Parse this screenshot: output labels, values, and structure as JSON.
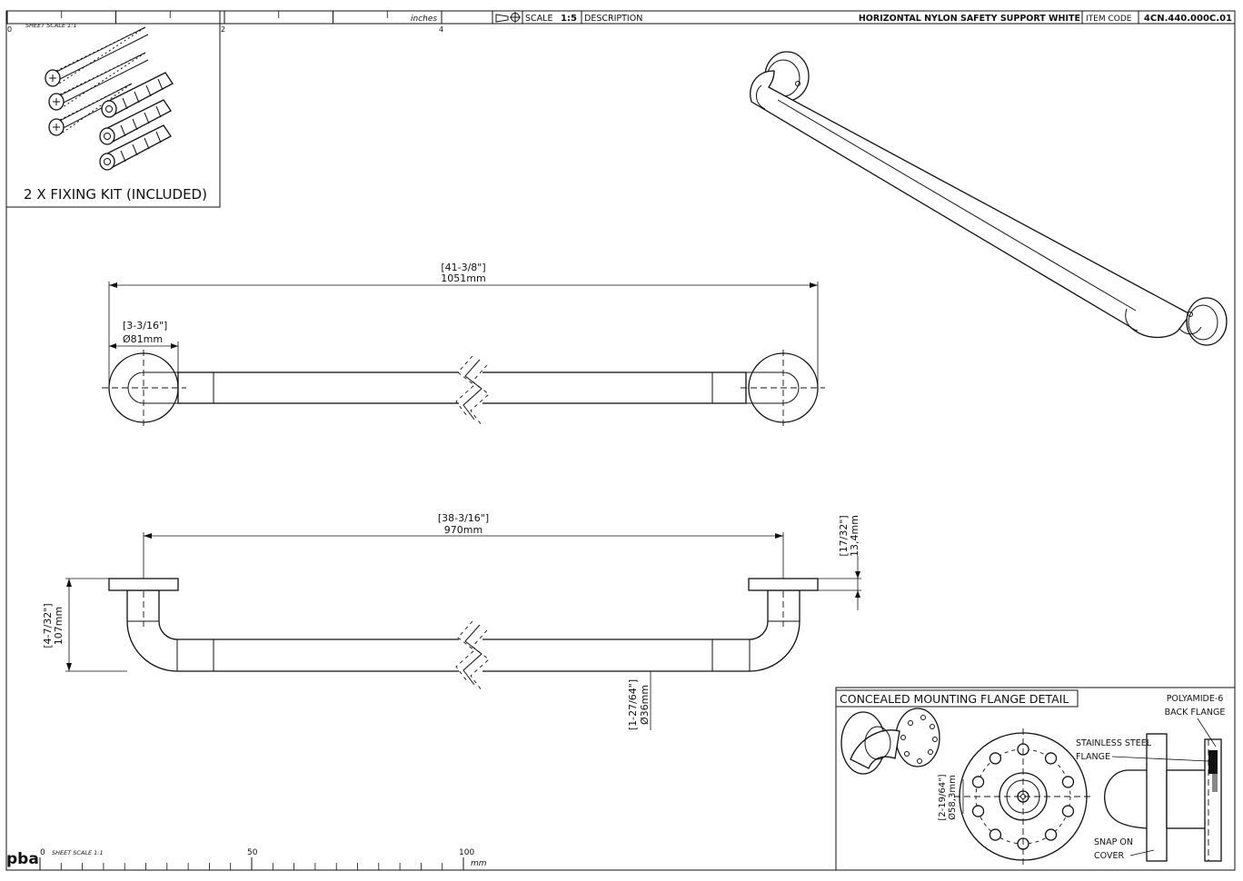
{
  "title_block": {
    "scale_label": "SCALE",
    "scale_value": "1:5",
    "description_label": "DESCRIPTION",
    "description": "HORIZONTAL NYLON SAFETY SUPPORT WHITE",
    "item_code_label": "ITEM CODE",
    "item_code": "4CN.440.000C.01"
  },
  "top_ruler": {
    "sheet_scale": "SHEET SCALE 1:1",
    "unit": "inches",
    "ticks": [
      "0",
      "2",
      "4"
    ]
  },
  "bottom_ruler": {
    "sheet_scale": "SHEET SCALE 1:1",
    "unit": "mm",
    "ticks": [
      "0",
      "50",
      "100"
    ]
  },
  "logo": {
    "text": "pba"
  },
  "fixing_kit": {
    "caption": "2 X FIXING KIT (INCLUDED)"
  },
  "top_view": {
    "overall_inch": "[41-3/8\"]",
    "overall_mm": "1051mm",
    "flange_inch": "[3-3/16\"]",
    "flange_mm": "Ø81mm"
  },
  "front_view": {
    "centers_inch": "[38-3/16\"]",
    "centers_mm": "970mm",
    "projection_inch": "[4-7/32\"]",
    "projection_mm": "107mm",
    "flange_thk_inch": "[17/32\"]",
    "flange_thk_mm": "13,4mm",
    "tube_inch": "[1-27/64\"]",
    "tube_mm": "Ø36mm"
  },
  "detail": {
    "title": "CONCEALED MOUNTING FLANGE DETAIL",
    "polyamide_1": "POLYAMIDE-6",
    "polyamide_2": "BACK FLANGE",
    "stainless_1": "STAINLESS STEEL",
    "stainless_2": "FLANGE",
    "snap_1": "SNAP ON",
    "snap_2": "COVER",
    "pcd_inch": "[2-19/64\"]",
    "pcd_mm": "Ø58,3mm"
  }
}
